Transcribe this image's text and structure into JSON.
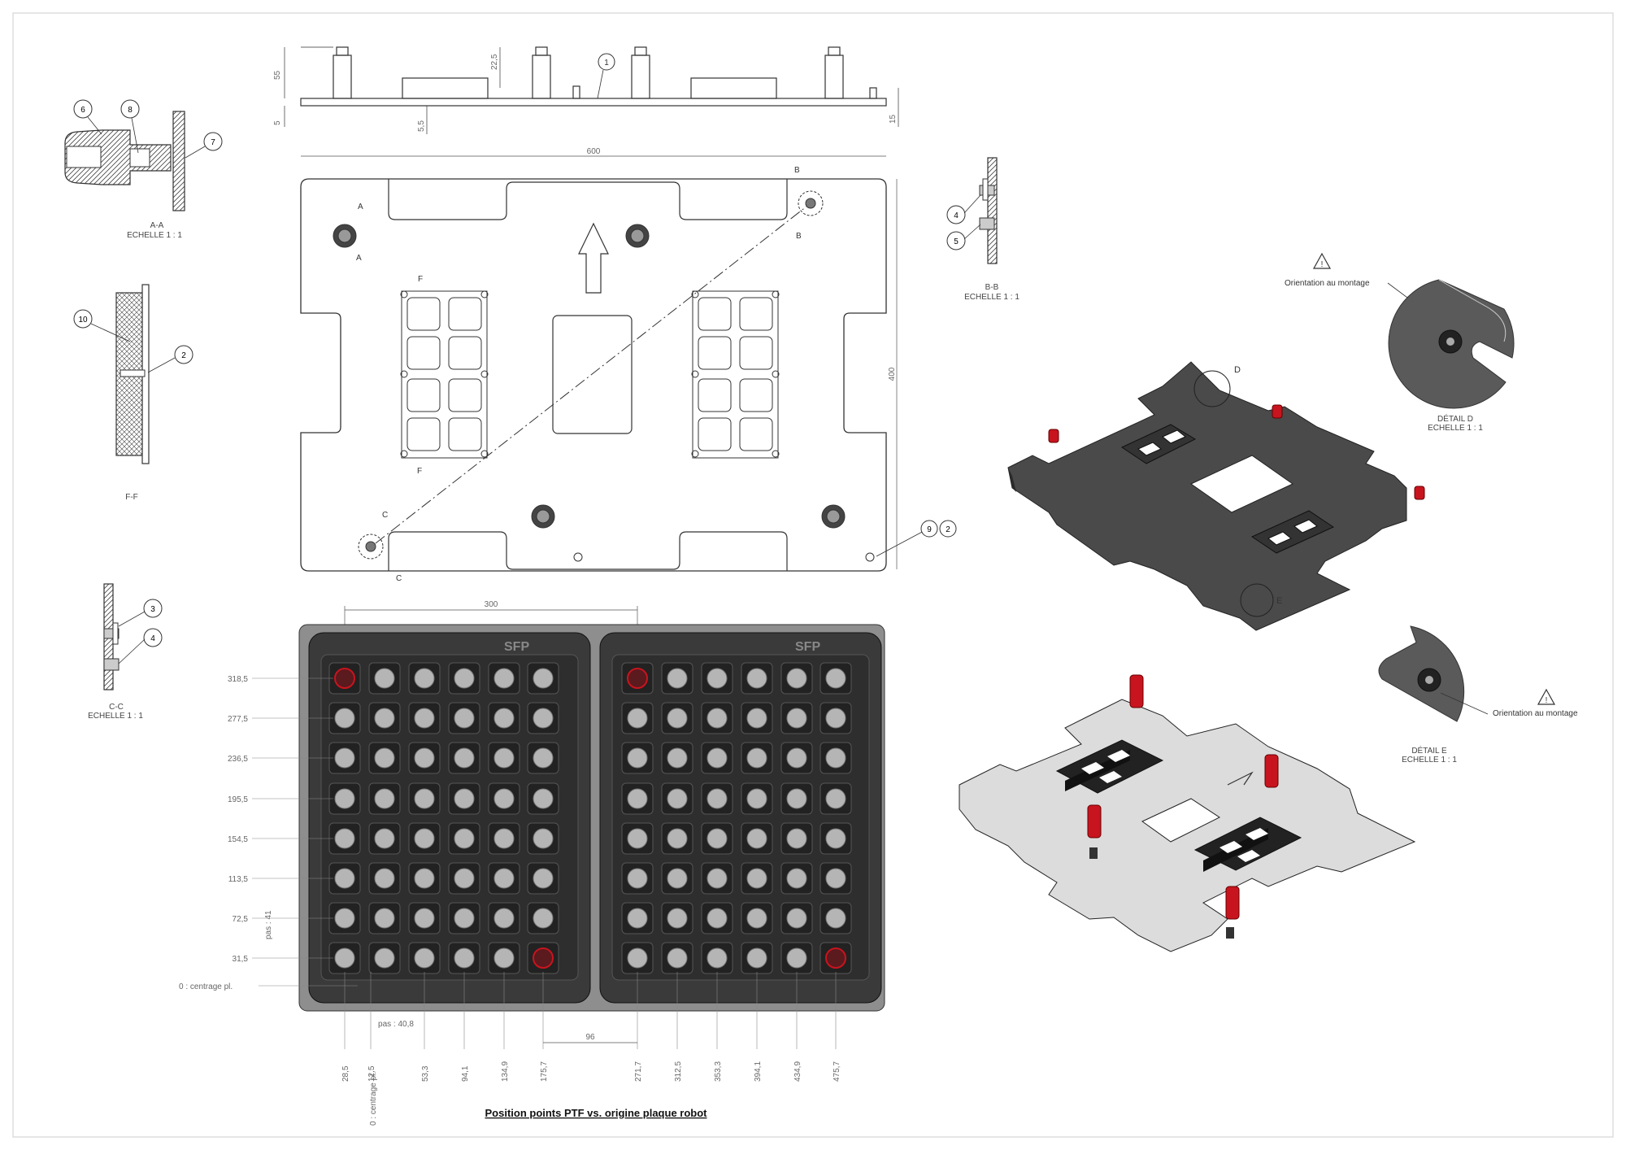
{
  "side_view": {
    "dims": {
      "h55": "55",
      "h22": "22,5",
      "h5": "5",
      "h55b": "5,5",
      "h15": "15"
    },
    "balloon_1": "1"
  },
  "top_view": {
    "width_dim": "600",
    "height_dim": "400",
    "sec_a": "A",
    "sec_b": "B",
    "sec_c": "C",
    "sec_f": "F",
    "balloon_9": "9",
    "balloon_2": "2"
  },
  "section_aa": {
    "title": "A-A",
    "scale": "ECHELLE 1 : 1",
    "balloons": [
      "6",
      "8",
      "7"
    ]
  },
  "section_ff": {
    "title": "F-F",
    "balloons": [
      "10",
      "2"
    ]
  },
  "section_cc": {
    "title": "C-C",
    "scale": "ECHELLE 1 : 1",
    "balloons": [
      "3",
      "4"
    ]
  },
  "section_bb": {
    "title": "B-B",
    "scale": "ECHELLE 1 : 1",
    "balloons": [
      "4",
      "5"
    ]
  },
  "iso_upper": {
    "note": "Orientation au montage",
    "detail_letter_d": "D",
    "detail_letter_e": "E"
  },
  "detail_d": {
    "title": "DÉTAIL D",
    "scale": "ECHELLE 1 : 1"
  },
  "detail_e": {
    "title": "DÉTAIL E",
    "scale": "ECHELLE 1 : 1",
    "note": "Orientation au montage"
  },
  "tray_view": {
    "top_dim": "300",
    "y_labels": [
      "318,5",
      "277,5",
      "236,5",
      "195,5",
      "154,5",
      "113,5",
      "72,5",
      "31,5"
    ],
    "y_origin": "0 : centrage pl.",
    "pas_y": "pas : 41",
    "x_labels": [
      "28,5",
      "12,5",
      "53,3",
      "94,1",
      "134,9",
      "175,7",
      "271,7",
      "312,5",
      "353,3",
      "394,1",
      "434,9",
      "475,7"
    ],
    "x_origin": "0 : centrage pl.",
    "pas_x": "pas : 40,8",
    "gap_dim": "96",
    "logo": "SFP",
    "caption": "Position points PTF vs. origine plaque robot"
  },
  "colors": {
    "line": "#333333",
    "tray_dark": "#3a3a3a",
    "tray_grey": "#8e8e8e",
    "cell": "#b5b5b5",
    "red": "#c8141e",
    "plate_dark": "#4a4a4a",
    "plate_light": "#dcdcdc"
  }
}
